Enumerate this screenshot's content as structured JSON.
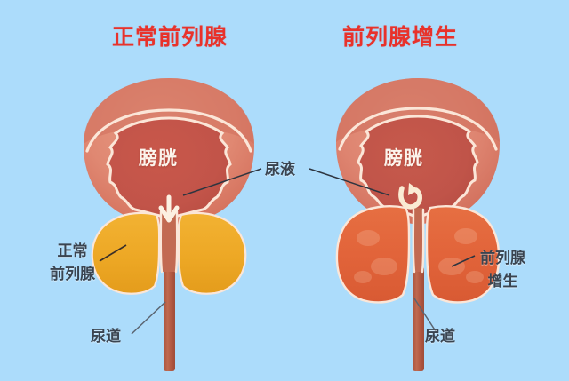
{
  "background_color": "#ACDCFB",
  "palette": {
    "title_red": "#E8322B",
    "label_dark": "#3A4450",
    "bladder_wall": "#E2866F",
    "bladder_cap": "#D2705E",
    "bladder_interior": "#C4564A",
    "outline_cream": "#FBE6D8",
    "normal_prostate": "#EDA825",
    "hyperplastic_prostate": "#E2643A",
    "urethra_tube": "#B85A43"
  },
  "panels": [
    {
      "id": "normal",
      "title": "正常前列腺",
      "organ_label": "膀胱",
      "callouts": [
        {
          "id": "normal-prostate",
          "lines": [
            "正常",
            "前列腺"
          ]
        },
        {
          "id": "urethra-left",
          "lines": [
            "尿道"
          ]
        }
      ]
    },
    {
      "id": "bph",
      "title": "前列腺增生",
      "organ_label": "膀胱",
      "callouts": [
        {
          "id": "bph-prostate",
          "lines": [
            "前列腺",
            "增生"
          ]
        },
        {
          "id": "urethra-right",
          "lines": [
            "尿道"
          ]
        }
      ]
    }
  ],
  "shared_callout": {
    "id": "urine",
    "label": "尿液"
  },
  "icons": {
    "flow_arrow": "downward-flow-arrow",
    "retention_arrow": "curved-retention-arrow"
  }
}
